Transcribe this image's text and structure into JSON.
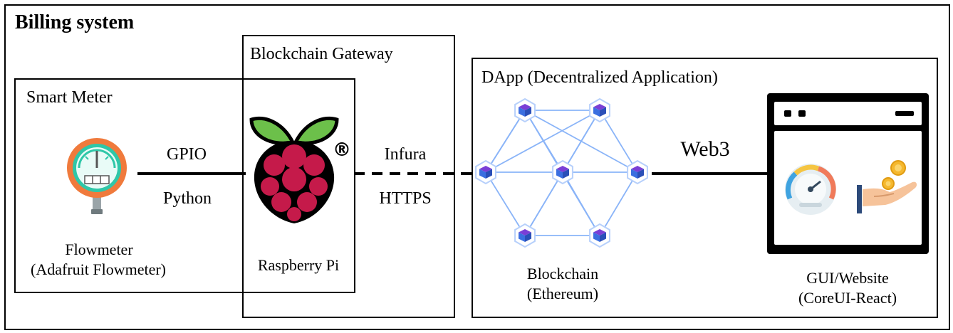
{
  "title": "Billing system",
  "smart_meter": {
    "label": "Smart Meter",
    "device_name": "Flowmeter",
    "device_detail": "(Adafruit Flowmeter)",
    "icon": "pressure-gauge-icon"
  },
  "gateway": {
    "label": "Blockchain Gateway",
    "device_name": "Raspberry Pi",
    "icon": "raspberry-pi-logo",
    "registered_mark": "®"
  },
  "links": {
    "meter_to_gateway_top": "GPIO",
    "meter_to_gateway_bottom": "Python",
    "gateway_to_dapp_top": "Infura",
    "gateway_to_dapp_bottom": "HTTPS",
    "blockchain_to_gui": "Web3"
  },
  "dapp": {
    "label": "DApp (Decentralized Application)",
    "blockchain_name": "Blockchain",
    "blockchain_detail": "(Ethereum)",
    "gui_name": "GUI/Website",
    "gui_detail": "(CoreUI-React)",
    "network_icon": "blockchain-network-icon",
    "website_icon": "browser-window-icon"
  },
  "colors": {
    "network_edge": "#8ab4f8",
    "node_blue": "#3b6fe0",
    "node_purple": "#7a3fd6",
    "gauge_orange": "#f07a3c",
    "gauge_teal": "#2fc7a8",
    "raspberry_red": "#c51a4a",
    "leaf_green": "#6cc04a",
    "coin_gold": "#f5b82e"
  }
}
